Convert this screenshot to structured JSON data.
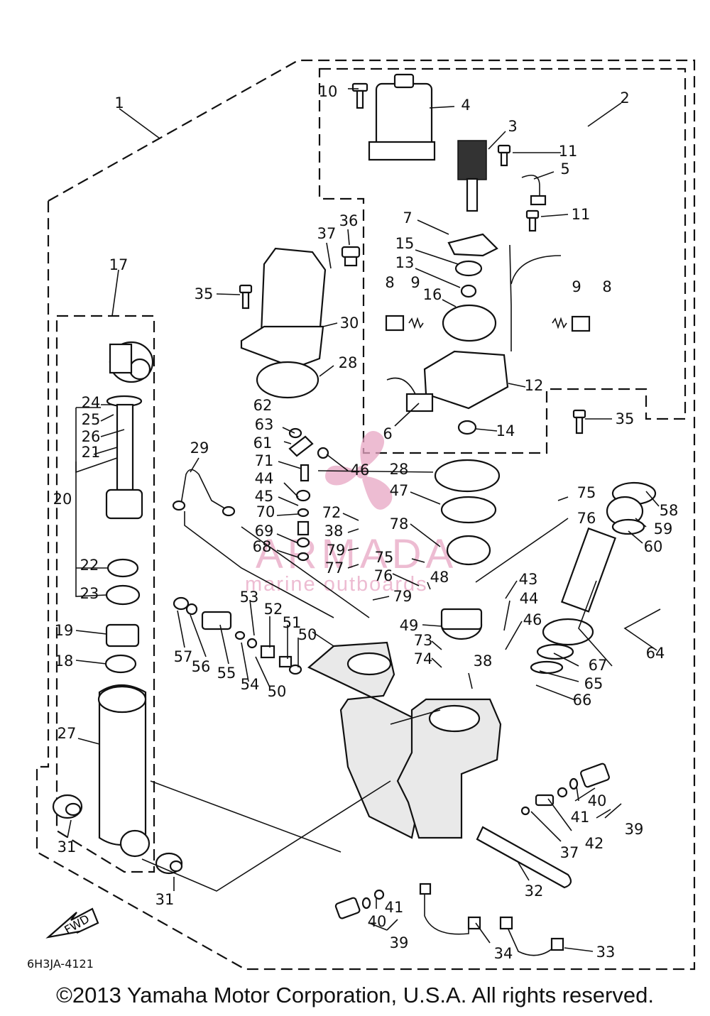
{
  "diagram": {
    "doc_code": "6H3JA-4121",
    "copyright": "©2013 Yamaha Motor Corporation, U.S.A. All rights reserved.",
    "fwd_label": "FWD",
    "watermark": {
      "brand": "ARMADA",
      "tagline": "marine outboards",
      "color": "#e8a6c4"
    },
    "callouts": [
      {
        "id": "c1",
        "text": "1"
      },
      {
        "id": "c2",
        "text": "2"
      },
      {
        "id": "c3",
        "text": "3"
      },
      {
        "id": "c4",
        "text": "4"
      },
      {
        "id": "c5",
        "text": "5"
      },
      {
        "id": "c6",
        "text": "6"
      },
      {
        "id": "c7",
        "text": "7"
      },
      {
        "id": "c8a",
        "text": "8"
      },
      {
        "id": "c8b",
        "text": "8"
      },
      {
        "id": "c9a",
        "text": "9"
      },
      {
        "id": "c9b",
        "text": "9"
      },
      {
        "id": "c10",
        "text": "10"
      },
      {
        "id": "c11a",
        "text": "11"
      },
      {
        "id": "c11b",
        "text": "11"
      },
      {
        "id": "c12",
        "text": "12"
      },
      {
        "id": "c13",
        "text": "13"
      },
      {
        "id": "c14",
        "text": "14"
      },
      {
        "id": "c15",
        "text": "15"
      },
      {
        "id": "c16",
        "text": "16"
      },
      {
        "id": "c17",
        "text": "17"
      },
      {
        "id": "c18",
        "text": "18"
      },
      {
        "id": "c19",
        "text": "19"
      },
      {
        "id": "c20",
        "text": "20"
      },
      {
        "id": "c21",
        "text": "21"
      },
      {
        "id": "c22",
        "text": "22"
      },
      {
        "id": "c23",
        "text": "23"
      },
      {
        "id": "c24",
        "text": "24"
      },
      {
        "id": "c25",
        "text": "25"
      },
      {
        "id": "c26",
        "text": "26"
      },
      {
        "id": "c27",
        "text": "27"
      },
      {
        "id": "c28a",
        "text": "28"
      },
      {
        "id": "c28b",
        "text": "28"
      },
      {
        "id": "c29",
        "text": "29"
      },
      {
        "id": "c30",
        "text": "30"
      },
      {
        "id": "c31a",
        "text": "31"
      },
      {
        "id": "c31b",
        "text": "31"
      },
      {
        "id": "c32",
        "text": "32"
      },
      {
        "id": "c33",
        "text": "33"
      },
      {
        "id": "c34",
        "text": "34"
      },
      {
        "id": "c35a",
        "text": "35"
      },
      {
        "id": "c35b",
        "text": "35"
      },
      {
        "id": "c36",
        "text": "36"
      },
      {
        "id": "c37a",
        "text": "37"
      },
      {
        "id": "c37b",
        "text": "37"
      },
      {
        "id": "c38a",
        "text": "38"
      },
      {
        "id": "c38b",
        "text": "38"
      },
      {
        "id": "c39a",
        "text": "39"
      },
      {
        "id": "c39b",
        "text": "39"
      },
      {
        "id": "c40a",
        "text": "40"
      },
      {
        "id": "c40b",
        "text": "40"
      },
      {
        "id": "c41a",
        "text": "41"
      },
      {
        "id": "c41b",
        "text": "41"
      },
      {
        "id": "c42",
        "text": "42"
      },
      {
        "id": "c43",
        "text": "43"
      },
      {
        "id": "c44a",
        "text": "44"
      },
      {
        "id": "c44b",
        "text": "44"
      },
      {
        "id": "c45",
        "text": "45"
      },
      {
        "id": "c46a",
        "text": "46"
      },
      {
        "id": "c46b",
        "text": "46"
      },
      {
        "id": "c47",
        "text": "47"
      },
      {
        "id": "c48",
        "text": "48"
      },
      {
        "id": "c49",
        "text": "49"
      },
      {
        "id": "c50a",
        "text": "50"
      },
      {
        "id": "c50b",
        "text": "50"
      },
      {
        "id": "c51",
        "text": "51"
      },
      {
        "id": "c52",
        "text": "52"
      },
      {
        "id": "c53",
        "text": "53"
      },
      {
        "id": "c54",
        "text": "54"
      },
      {
        "id": "c55",
        "text": "55"
      },
      {
        "id": "c56",
        "text": "56"
      },
      {
        "id": "c57",
        "text": "57"
      },
      {
        "id": "c58",
        "text": "58"
      },
      {
        "id": "c59",
        "text": "59"
      },
      {
        "id": "c60",
        "text": "60"
      },
      {
        "id": "c61",
        "text": "61"
      },
      {
        "id": "c62",
        "text": "62"
      },
      {
        "id": "c63",
        "text": "63"
      },
      {
        "id": "c64",
        "text": "64"
      },
      {
        "id": "c65",
        "text": "65"
      },
      {
        "id": "c66",
        "text": "66"
      },
      {
        "id": "c67",
        "text": "67"
      },
      {
        "id": "c68",
        "text": "68"
      },
      {
        "id": "c69",
        "text": "69"
      },
      {
        "id": "c70",
        "text": "70"
      },
      {
        "id": "c71",
        "text": "71"
      },
      {
        "id": "c72",
        "text": "72"
      },
      {
        "id": "c73",
        "text": "73"
      },
      {
        "id": "c74",
        "text": "74"
      },
      {
        "id": "c75a",
        "text": "75"
      },
      {
        "id": "c75b",
        "text": "75"
      },
      {
        "id": "c76a",
        "text": "76"
      },
      {
        "id": "c76b",
        "text": "76"
      },
      {
        "id": "c77",
        "text": "77"
      },
      {
        "id": "c78",
        "text": "78"
      },
      {
        "id": "c79a",
        "text": "79"
      },
      {
        "id": "c79b",
        "text": "79"
      }
    ]
  }
}
